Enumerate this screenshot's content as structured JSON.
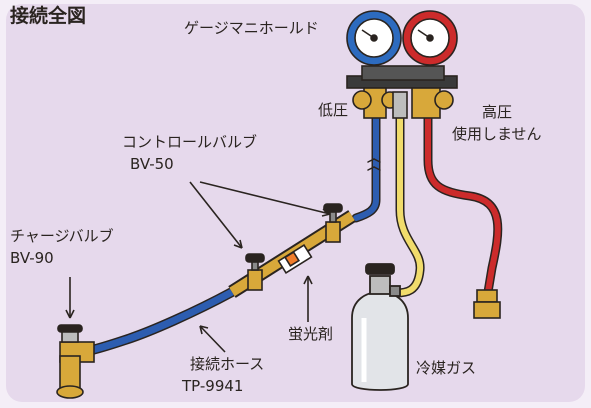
{
  "title": "接続全図",
  "labels": {
    "gauge_manifold": "ゲージマニホールド",
    "low_pressure": "低圧",
    "high_pressure": "高圧",
    "high_pressure_note": "使用しません",
    "control_valve": "コントロールバルブ",
    "control_valve_model": "BV-50",
    "charge_valve": "チャージバルブ",
    "charge_valve_model": "BV-90",
    "fluorescent_agent": "蛍光剤",
    "connection_hose": "接続ホース",
    "connection_hose_model": "TP-9941",
    "refrigerant_gas": "冷媒ガス"
  },
  "colors": {
    "background": "#e6d9ec",
    "frame": "#f4eef7",
    "blue_hose": "#2d5db0",
    "yellow_hose": "#f1dc6c",
    "red_hose": "#cc2b2b",
    "brass": "#d8a83a",
    "outline": "#2a2420"
  }
}
